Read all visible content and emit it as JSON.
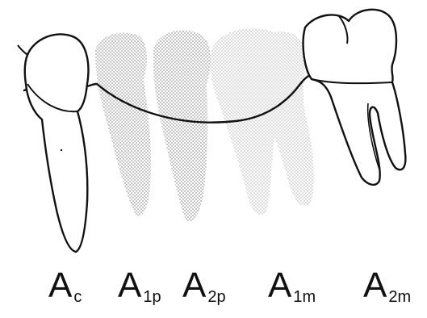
{
  "figure": {
    "colors": {
      "outline": "#111111",
      "missing_tooth_fill": "#9a9a9a",
      "background": "#ffffff"
    },
    "labels": [
      {
        "letter": "A",
        "sub": "c"
      },
      {
        "letter": "A",
        "sub": "1p"
      },
      {
        "letter": "A",
        "sub": "2p"
      },
      {
        "letter": "A",
        "sub": "1m"
      },
      {
        "letter": "A",
        "sub": "2m"
      }
    ]
  }
}
